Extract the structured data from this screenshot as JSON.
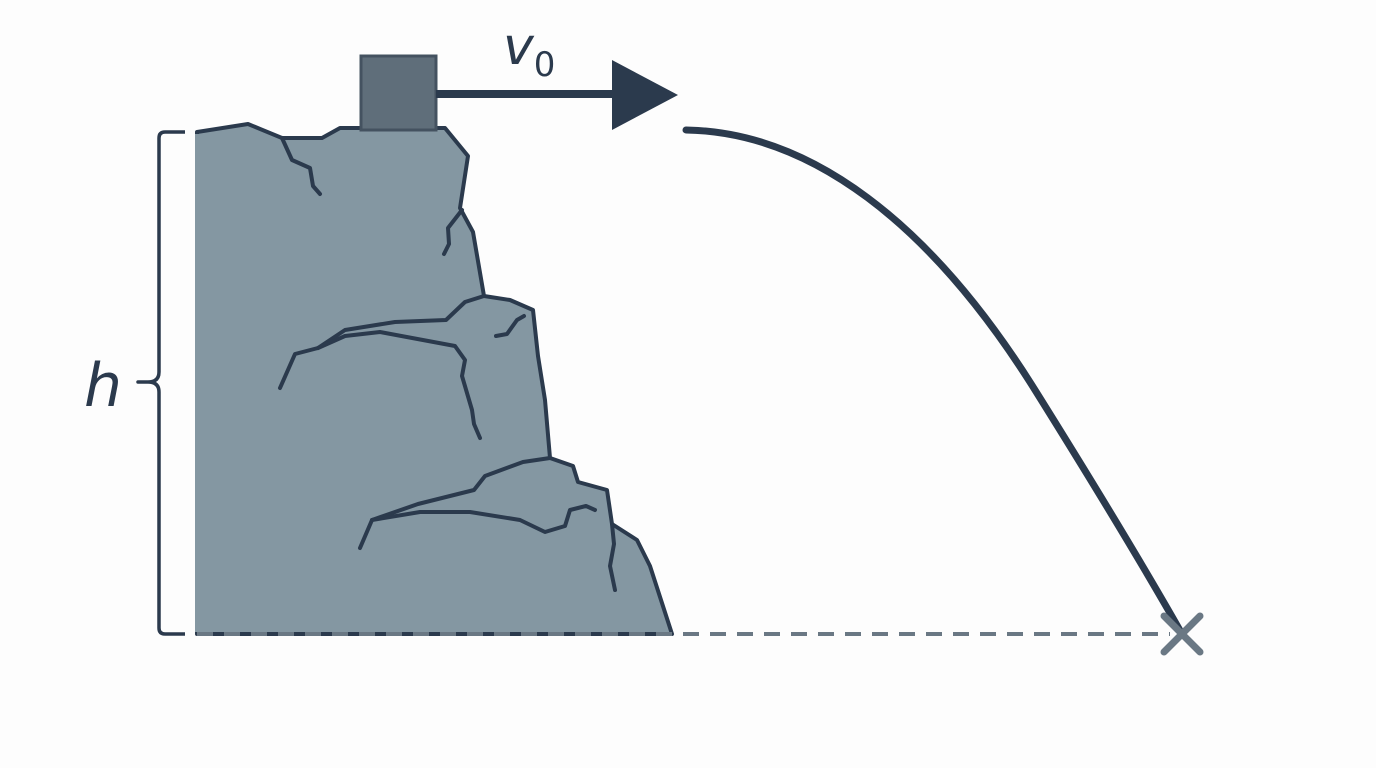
{
  "labels": {
    "height_symbol": "h",
    "velocity_symbol": "v",
    "velocity_subscript": "0"
  },
  "colors": {
    "background": "#fdfdfd",
    "cliff_fill": "#8497a2",
    "outline": "#2b3a4d",
    "block_fill": "#5f6e7a",
    "block_stroke": "#445260",
    "dashed_ground": "#6a7884",
    "landing_mark": "#6a7884"
  },
  "icons": {
    "landing": "x-mark-icon"
  }
}
